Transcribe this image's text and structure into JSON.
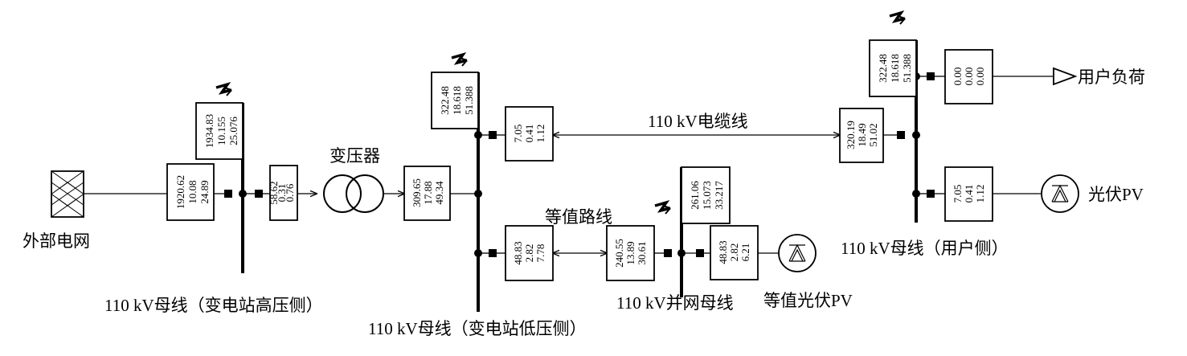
{
  "labels": {
    "external_grid": "外部电网",
    "transformer": "变压器",
    "cable_line": "110 kV电缆线",
    "equiv_line": "等值路线",
    "user_load": "用户负荷",
    "pv": "光伏PV",
    "equiv_pv": "等值光伏PV",
    "bus_hv": "110 kV母线（变电站高压侧）",
    "bus_lv": "110 kV母线（变电站低压侧）",
    "bus_grid": "110 kV并网母线",
    "bus_user": "110 kV母线（用户侧）"
  },
  "boxes": {
    "b1": [
      "1934.83",
      "10.155",
      "25.076"
    ],
    "b2": [
      "1920.62",
      "10.08",
      "24.89"
    ],
    "b3": [
      "58.62",
      "0.31",
      "0.76"
    ],
    "b4": [
      "309.65",
      "17.88",
      "49.34"
    ],
    "b5": [
      "322.48",
      "18.618",
      "51.388"
    ],
    "b6": [
      "7.05",
      "0.41",
      "1.12"
    ],
    "b7": [
      "48.83",
      "2.82",
      "7.78"
    ],
    "b8": [
      "240.55",
      "13.89",
      "30.61"
    ],
    "b9": [
      "261.06",
      "15.073",
      "33.217"
    ],
    "b10": [
      "48.83",
      "2.82",
      "6.21"
    ],
    "b11": [
      "322.48",
      "18.618",
      "51.388"
    ],
    "b12": [
      "0.00",
      "0.00",
      "0.00"
    ],
    "b13": [
      "320.19",
      "18.49",
      "51.02"
    ],
    "b14": [
      "7.05",
      "0.41",
      "1.12"
    ]
  }
}
